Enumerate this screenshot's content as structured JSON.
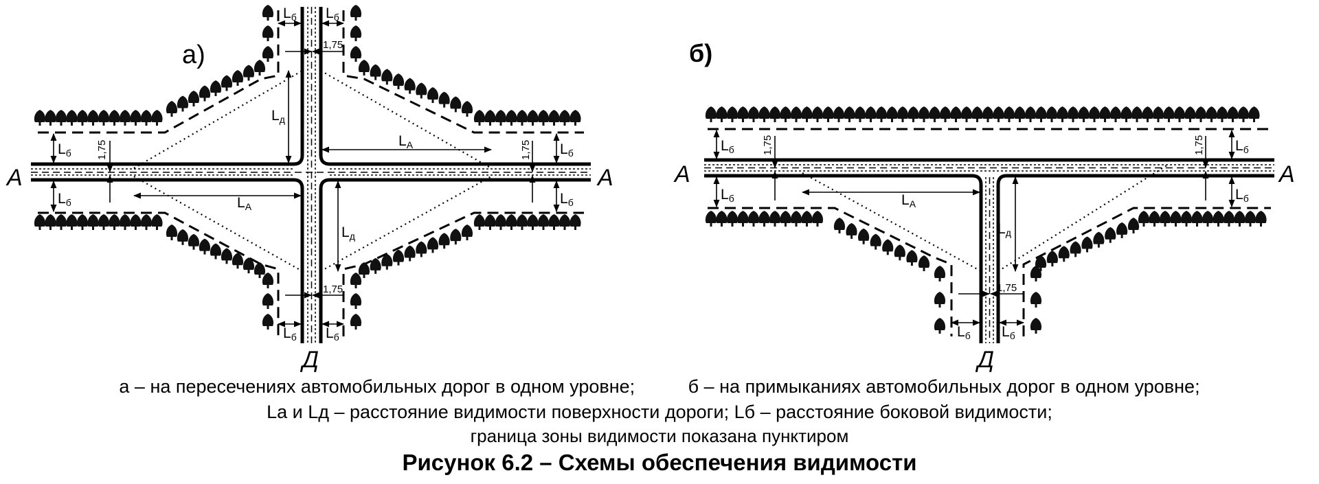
{
  "panels": {
    "a": {
      "letter": "а)",
      "road_main": "А",
      "road_side": "Д"
    },
    "b": {
      "letter": "б)",
      "road_main": "А",
      "road_side": "Д"
    }
  },
  "dims": {
    "lb": "L",
    "lb_sub": "б",
    "ld": "L",
    "ld_sub": "д",
    "la": "L",
    "la_sub": "А",
    "offset": "1,75"
  },
  "caption": {
    "line1_a": "а – на пересечениях автомобильных дорог в одном уровне;",
    "line1_b": "б – на примыканиях автомобильных дорог в одном уровне;",
    "line2": "Lа и Lд – расстояние видимости поверхности дороги; Lб – расстояние боковой видимости;",
    "line3": "граница зоны видимости показана пунктиром",
    "title": "Рисунок 6.2 – Схемы обеспечения видимости"
  }
}
